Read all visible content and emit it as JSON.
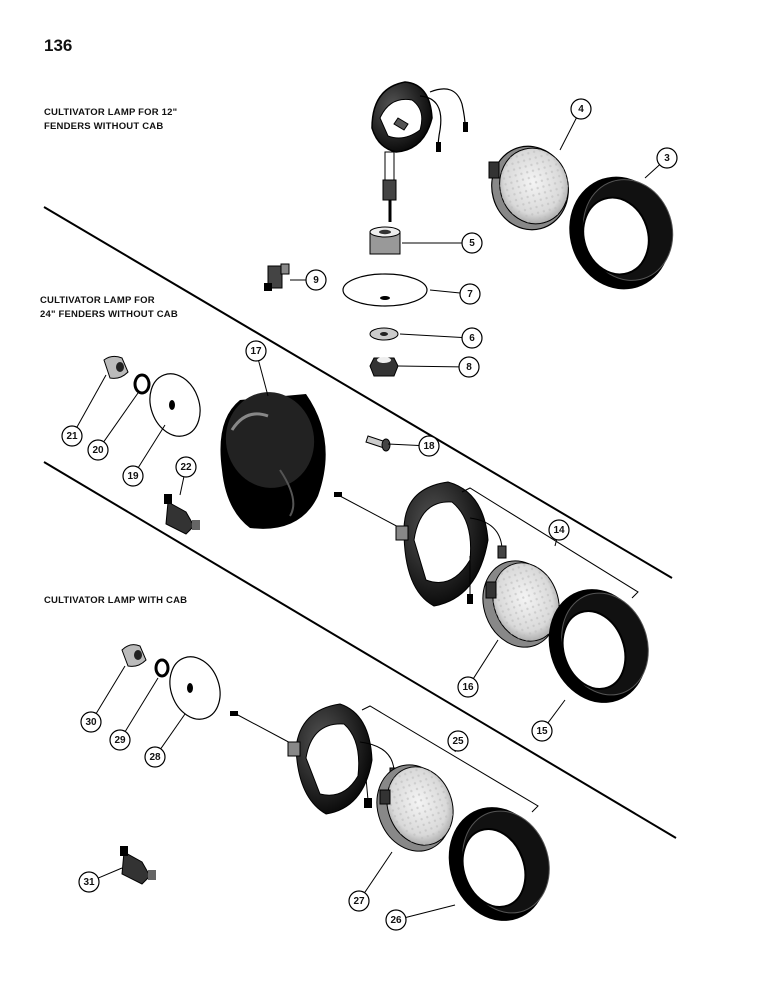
{
  "page_number": "136",
  "sections": [
    {
      "title_line1": "CULTIVATOR LAMP FOR 12\"",
      "title_line2": "FENDERS WITHOUT CAB"
    },
    {
      "title_line1": "CULTIVATOR LAMP FOR",
      "title_line2": "24\" FENDERS WITHOUT CAB"
    },
    {
      "title_line1": "CULTIVATOR LAMP WITH CAB",
      "title_line2": ""
    }
  ],
  "callouts": [
    "3",
    "4",
    "5",
    "6",
    "7",
    "8",
    "9",
    "14",
    "15",
    "16",
    "17",
    "18",
    "19",
    "20",
    "21",
    "22",
    "25",
    "26",
    "27",
    "28",
    "29",
    "30",
    "31"
  ]
}
